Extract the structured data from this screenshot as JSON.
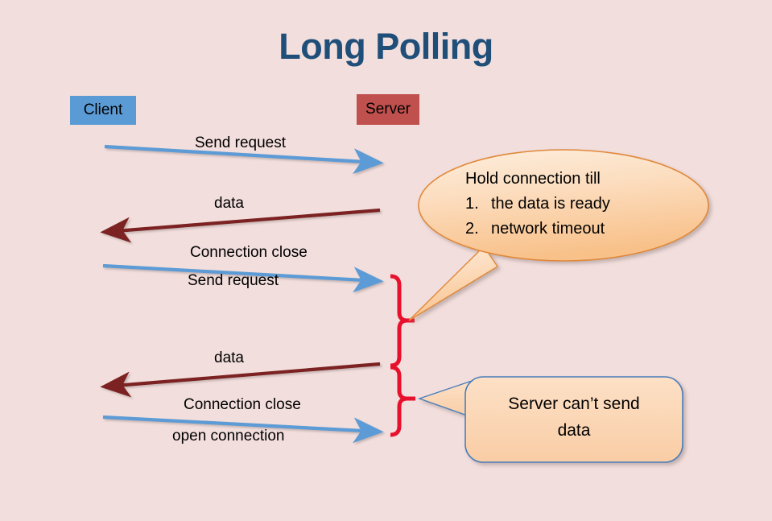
{
  "page": {
    "title": "Long Polling",
    "background_color": "#f2dedc",
    "title_color": "#1f4e79"
  },
  "actors": [
    {
      "name": "client",
      "label": "Client",
      "color": "#5b9bd5"
    },
    {
      "name": "server",
      "label": "Server",
      "color": "#c0504d"
    }
  ],
  "messages": [
    {
      "id": "m1",
      "label": "Send request",
      "direction": "client-to-server",
      "style": "solid",
      "color": "#5b9bd5"
    },
    {
      "id": "m2",
      "label": "data",
      "direction": "server-to-client",
      "style": "solid",
      "color": "#7b2020"
    },
    {
      "id": "m3",
      "label": "Connection close",
      "direction": "none",
      "style": "dashed",
      "color": "#5b9bd5"
    },
    {
      "id": "m4",
      "label": "Send request",
      "direction": "client-to-server",
      "style": "solid",
      "color": "#5b9bd5"
    },
    {
      "id": "m5",
      "label": "data",
      "direction": "server-to-client",
      "style": "solid",
      "color": "#7b2020"
    },
    {
      "id": "m6",
      "label": "Connection close",
      "direction": "none",
      "style": "dashed",
      "color": "#5b9bd5"
    },
    {
      "id": "m7",
      "label": "open connection",
      "direction": "client-to-server",
      "style": "solid",
      "color": "#5b9bd5"
    }
  ],
  "callouts": [
    {
      "id": "hold-connection",
      "shape": "ellipse",
      "fill": "#fbd5ae",
      "border": "#e0893a",
      "heading": "Hold connection till",
      "items": [
        {
          "num": "1.",
          "text": "the data is ready"
        },
        {
          "num": "2.",
          "text": "network timeout"
        }
      ]
    },
    {
      "id": "server-cant-send",
      "shape": "rounded-rect",
      "fill": "#fbd5ae",
      "border": "#4a7ebb",
      "line1": "Server can’t send",
      "line2": "data"
    }
  ],
  "braces": [
    {
      "id": "brace-upper",
      "color": "#e8112d",
      "annotates": "hold-connection"
    },
    {
      "id": "brace-lower",
      "color": "#e8112d",
      "annotates": "server-cant-send"
    }
  ]
}
